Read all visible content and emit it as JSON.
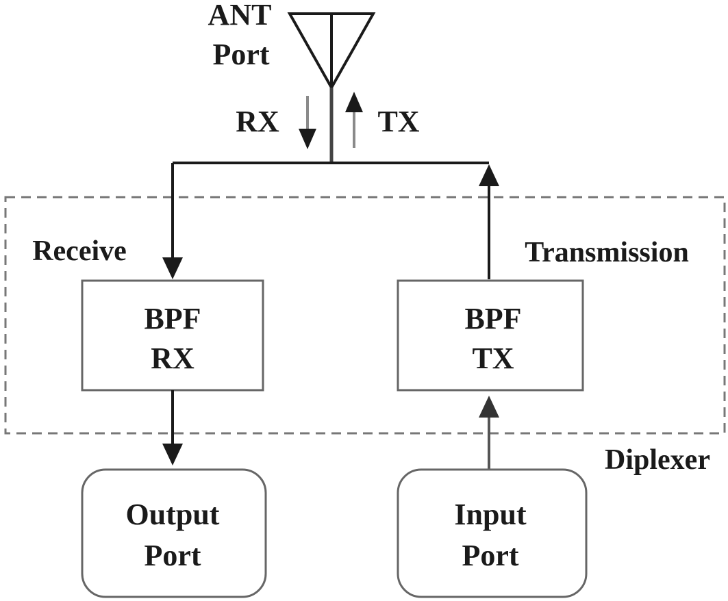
{
  "antenna": {
    "label_line1": "ANT",
    "label_line2": "Port"
  },
  "direction": {
    "rx": "RX",
    "tx": "TX"
  },
  "paths": {
    "receive": "Receive",
    "transmission": "Transmission"
  },
  "filters": {
    "rx": {
      "line1": "BPF",
      "line2": "RX"
    },
    "tx": {
      "line1": "BPF",
      "line2": "TX"
    }
  },
  "diplexer_label": "Diplexer",
  "ports": {
    "output": {
      "line1": "Output",
      "line2": "Port"
    },
    "input": {
      "line1": "Input",
      "line2": "Port"
    }
  }
}
